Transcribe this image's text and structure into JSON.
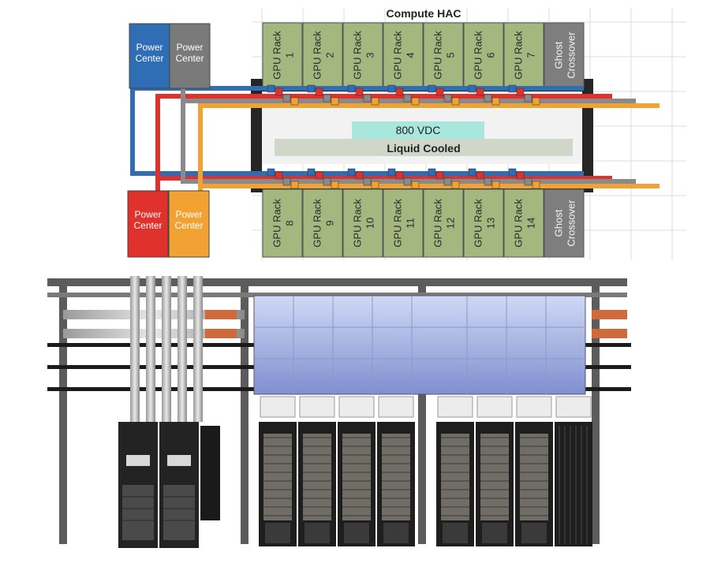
{
  "title": "Compute HAC",
  "power_centers": [
    {
      "label": "Power Center",
      "color": "#2f6db5"
    },
    {
      "label": "Power Center",
      "color": "#7a7a7a"
    },
    {
      "label": "Power Center",
      "color": "#e0312c"
    },
    {
      "label": "Power Center",
      "color": "#f2a233"
    }
  ],
  "top_racks": [
    "GPU Rack 1",
    "GPU Rack 2",
    "GPU Rack 3",
    "GPU Rack 4",
    "GPU Rack 5",
    "GPU Rack 6",
    "GPU Rack 7",
    "Ghost Crossover"
  ],
  "bottom_racks": [
    "GPU Rack 8",
    "GPU Rack 9",
    "GPU Rack 10",
    "GPU Rack 11",
    "GPU Rack 12",
    "GPU Rack 13",
    "GPU Rack 14",
    "Ghost Crossover"
  ],
  "bus_label": "800 VDC",
  "cooling_label": "Liquid Cooled",
  "rack_colors": {
    "gpu": "#a4b77f",
    "ghost": "#7e7e7e"
  },
  "cable_colors": {
    "blue": "#2f6db5",
    "red": "#e0312c",
    "gray": "#8a8a8a",
    "orange": "#f2a233"
  }
}
